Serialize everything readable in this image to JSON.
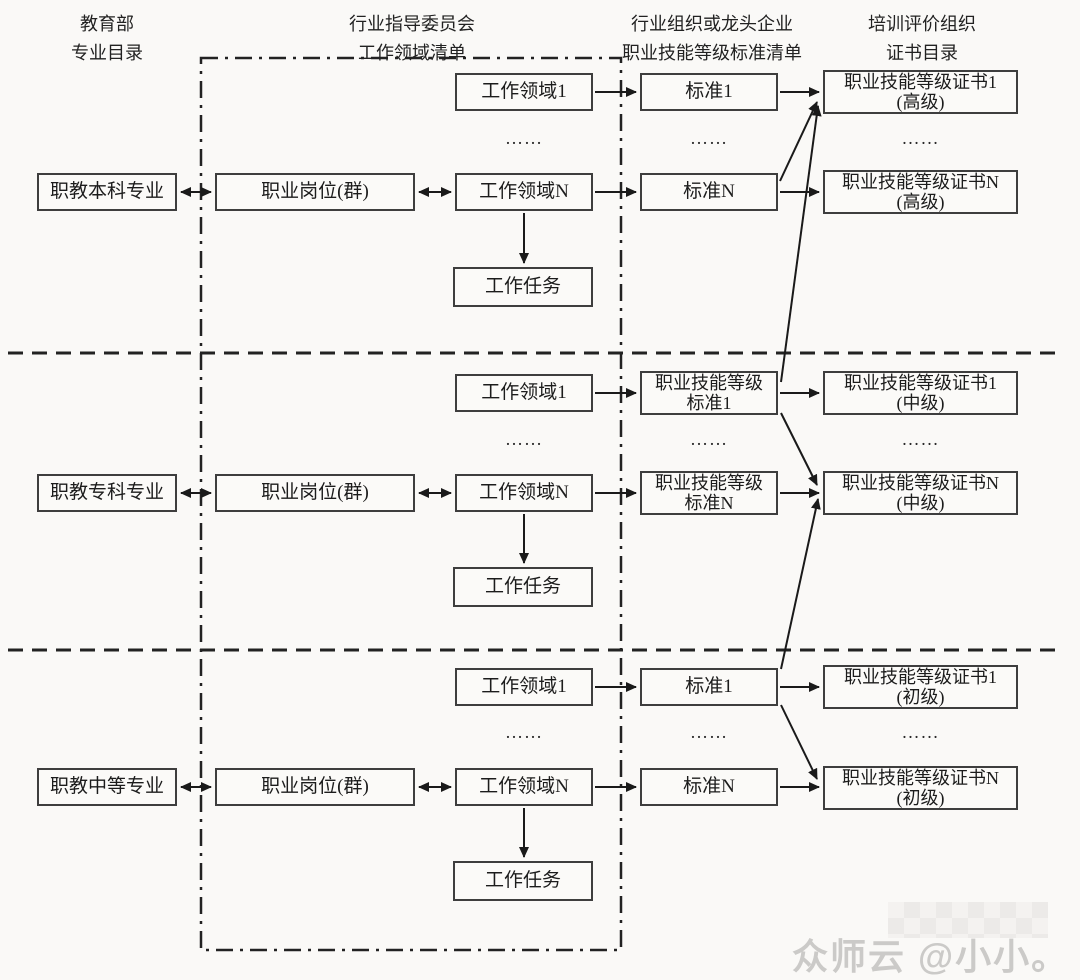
{
  "headers": [
    {
      "line1": "教育部",
      "line2": "专业目录"
    },
    {
      "line1": "行业指导委员会",
      "line2": "工作领域清单"
    },
    {
      "line1": "行业组织或龙头企业",
      "line2": "职业技能等级标准清单"
    },
    {
      "line1": "培训评价组织",
      "line2": "证书目录"
    }
  ],
  "ellipsis": "……",
  "sections": [
    {
      "major": "职教本科专业",
      "post": "职业岗位(群)",
      "field1": "工作领域1",
      "fieldN": "工作领域N",
      "task": "工作任务",
      "std1": [
        "标准1"
      ],
      "stdN": [
        "标准N"
      ],
      "cert1": [
        "职业技能等级证书1",
        "(高级)"
      ],
      "certN": [
        "职业技能等级证书N",
        "(高级)"
      ]
    },
    {
      "major": "职教专科专业",
      "post": "职业岗位(群)",
      "field1": "工作领域1",
      "fieldN": "工作领域N",
      "task": "工作任务",
      "std1": [
        "职业技能等级",
        "标准1"
      ],
      "stdN": [
        "职业技能等级",
        "标准N"
      ],
      "cert1": [
        "职业技能等级证书1",
        "(中级)"
      ],
      "certN": [
        "职业技能等级证书N",
        "(中级)"
      ]
    },
    {
      "major": "职教中等专业",
      "post": "职业岗位(群)",
      "field1": "工作领域1",
      "fieldN": "工作领域N",
      "task": "工作任务",
      "std1": [
        "标准1"
      ],
      "stdN": [
        "标准N"
      ],
      "cert1": [
        "职业技能等级证书1",
        "(初级)"
      ],
      "certN": [
        "职业技能等级证书N",
        "(初级)"
      ]
    }
  ],
  "line_color": "#1a1a1a",
  "watermark": "众师云 @小小。"
}
